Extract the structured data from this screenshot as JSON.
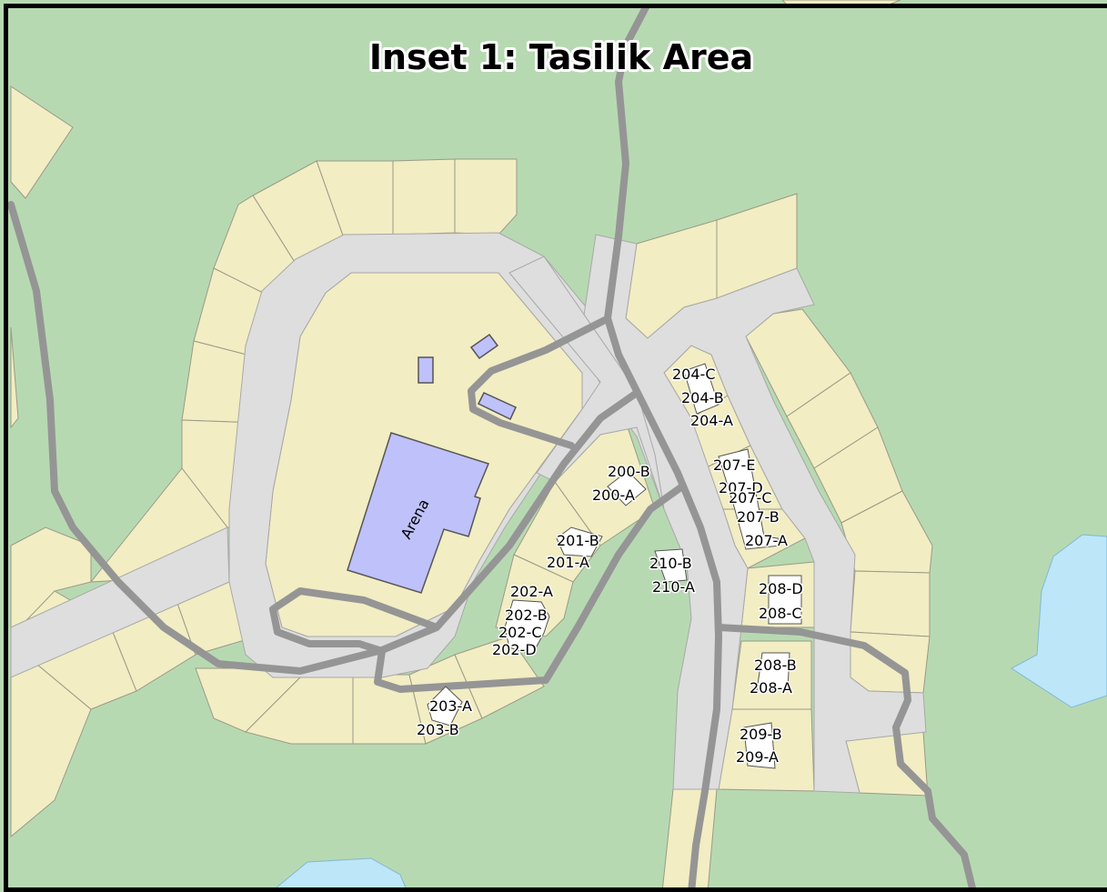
{
  "map": {
    "title": "Inset 1: Tasilik Area",
    "arena_label": "Arena",
    "unit_labels": [
      "200-B",
      "200-A",
      "201-B",
      "201-A",
      "202-A",
      "202-B",
      "202-C",
      "202-D",
      "203-A",
      "203-B",
      "204-C",
      "204-B",
      "204-A",
      "207-E",
      "207-D",
      "207-C",
      "207-B",
      "207-A",
      "208-D",
      "208-C",
      "208-B",
      "208-A",
      "209-B",
      "209-A",
      "210-B",
      "210-A"
    ],
    "colors": {
      "background": "#b7d9b2",
      "parcel": "#f2edc3",
      "road": "#dedede",
      "trail": "#959595",
      "water": "#bde6f8",
      "building": "#bfc1fa",
      "frame": "#000000"
    }
  }
}
